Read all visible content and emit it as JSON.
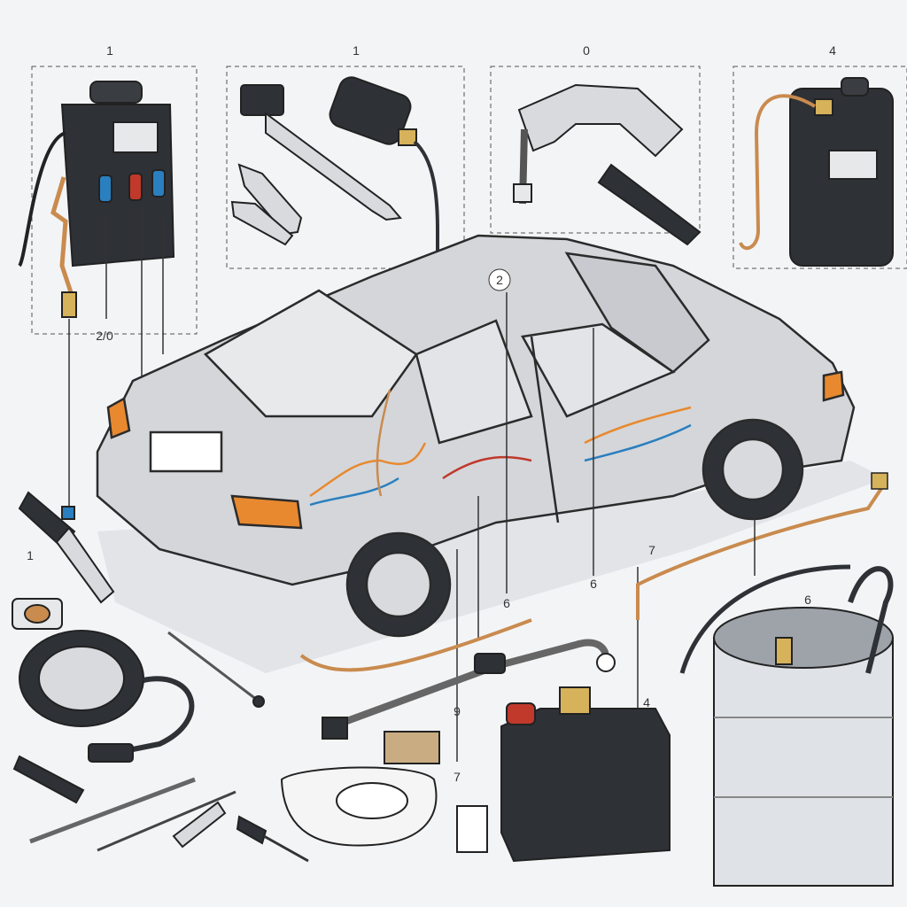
{
  "panel_labels": [
    "1",
    "1",
    "0",
    "4"
  ],
  "callouts": {
    "door_center": "2",
    "left_wand_tag": "1",
    "left_gauge_text": "2/0",
    "body_tag_a": "6",
    "body_tag_b": "6",
    "wire_tag": "7",
    "canister_tag": "9",
    "canister_tag_b": "7",
    "right_tag": "4",
    "drum_tag": "6"
  },
  "colors": {
    "background": "#f3f4f6",
    "car_body": "#d4d6da",
    "outline": "#2b2b2b",
    "copper": "#c98b4e",
    "accent_orange": "#e8892f",
    "plug_blue": "#2a7fbf",
    "plug_red": "#c0392b",
    "dark_equipment": "#2e3136"
  }
}
